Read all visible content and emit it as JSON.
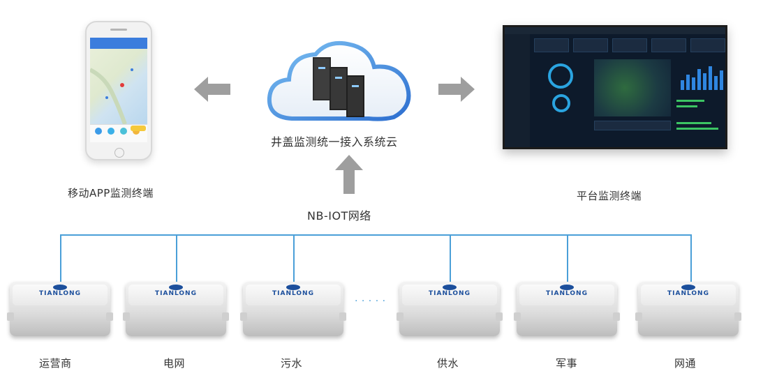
{
  "cloud_label": "井盖监测统一接入系统云",
  "phone_label": "移动APP监测终端",
  "platform_label": "平台监测终端",
  "network_label": "NB-IOT网络",
  "ellipsis": "· · · · ·",
  "brand": "TIANLONG",
  "devices": [
    {
      "label": "运营商"
    },
    {
      "label": "电网"
    },
    {
      "label": "污水"
    },
    {
      "label": "供水"
    },
    {
      "label": "军事"
    },
    {
      "label": "网通"
    }
  ],
  "colors": {
    "line": "#4a9fd8",
    "arrow": "#9e9e9e",
    "cloud_edge": "#3a8fe0",
    "brand": "#1c4f9c"
  }
}
